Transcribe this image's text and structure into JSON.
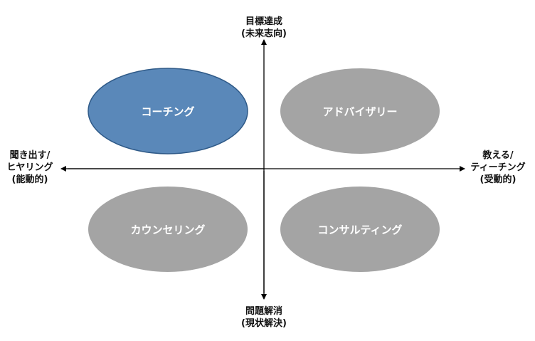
{
  "axes": {
    "top": {
      "line1": "目標達成",
      "line2": "(未来志向)"
    },
    "bottom": {
      "line1": "問題解消",
      "line2": "(現状解決)"
    },
    "left": {
      "line1": "聞き出す/",
      "line2": "ヒヤリング",
      "line3": "(能動的)"
    },
    "right": {
      "line1": "教える/",
      "line2": "ティーチング",
      "line3": "(受動的)"
    }
  },
  "quadrants": {
    "top_left": {
      "label": "コーチング",
      "color": "#5a88b9"
    },
    "top_right": {
      "label": "アドバイザリー",
      "color": "#a4a4a4"
    },
    "bottom_left": {
      "label": "カウンセリング",
      "color": "#a4a4a4"
    },
    "bottom_right": {
      "label": "コンサルティング",
      "color": "#a4a4a4"
    }
  },
  "colors": {
    "axis": "#000000",
    "highlight_border": "#2f5a88"
  }
}
